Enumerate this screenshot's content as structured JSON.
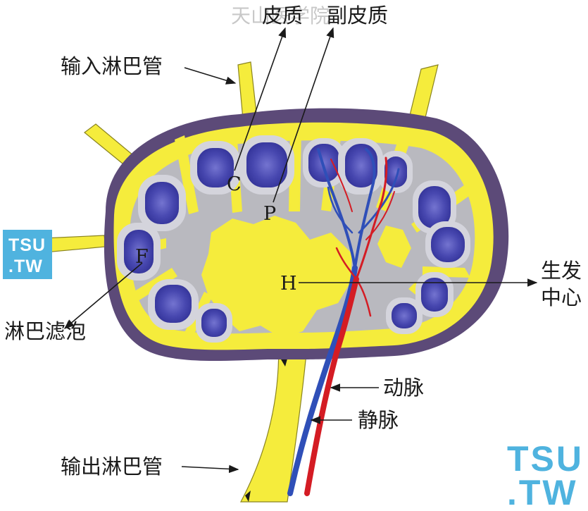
{
  "watermark": {
    "faint_text": "天山医学院",
    "left_line1": "TSU",
    "left_line2": ".TW",
    "right_line1": "TSU",
    "right_line2": ".TW"
  },
  "labels": {
    "cortex": "皮质",
    "paracortex": "副皮质",
    "afferent_lymphatic": "输入淋巴管",
    "lymphoid_follicle": "淋巴滤泡",
    "germinal_center_line1": "生发",
    "germinal_center_line2": "中心",
    "artery": "动脉",
    "vein": "静脉",
    "efferent_lymphatic": "输出淋巴管"
  },
  "letters": {
    "c": "C",
    "p": "P",
    "f": "F",
    "h": "H"
  },
  "colors": {
    "capsule": "#5c4a78",
    "sinus_yellow": "#f5ec3c",
    "medulla_grey": "#b9b9bf",
    "follicle_rim": "#d4d4dc",
    "follicle": "#3e3ea8",
    "follicle_center": "#6868c8",
    "artery": "#d41c24",
    "vein": "#2f4fb8",
    "watermark_blue": "#4fb3df"
  }
}
